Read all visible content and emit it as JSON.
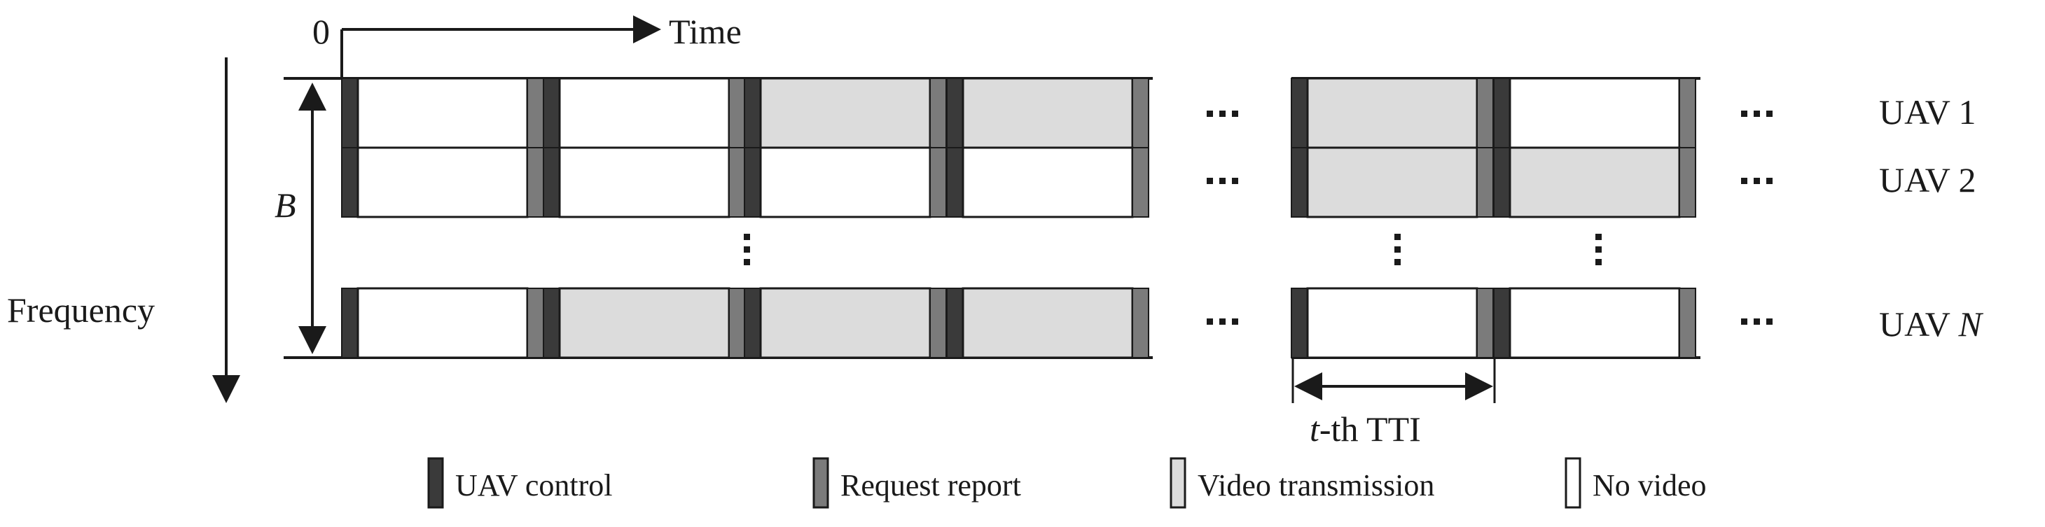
{
  "axes": {
    "origin": "0",
    "time": "Time",
    "frequency": "Frequency",
    "bandwidth": "B"
  },
  "rows": [
    {
      "name": "UAV 1",
      "prefix": "UAV ",
      "suffix": "1"
    },
    {
      "name": "UAV 2",
      "prefix": "UAV ",
      "suffix": "2"
    },
    {
      "name": "UAV N",
      "prefix": "UAV ",
      "suffix": "N"
    }
  ],
  "tti": {
    "variable": "t",
    "label": "-th TTI"
  },
  "legend": [
    {
      "label": "UAV control",
      "color": "#3a3a3a"
    },
    {
      "label": "Request report",
      "color": "#7b7b7b"
    },
    {
      "label": "Video transmission",
      "color": "#dcdcdc"
    },
    {
      "label": "No video",
      "color": "#ffffff"
    }
  ],
  "slot_states": {
    "UAV 1": [
      "no-video",
      "no-video",
      "video",
      "video",
      "video",
      "no-video"
    ],
    "UAV 2": [
      "no-video",
      "no-video",
      "no-video",
      "no-video",
      "video",
      "video"
    ],
    "UAV N": [
      "no-video",
      "video",
      "video",
      "video",
      "no-video",
      "no-video"
    ]
  }
}
